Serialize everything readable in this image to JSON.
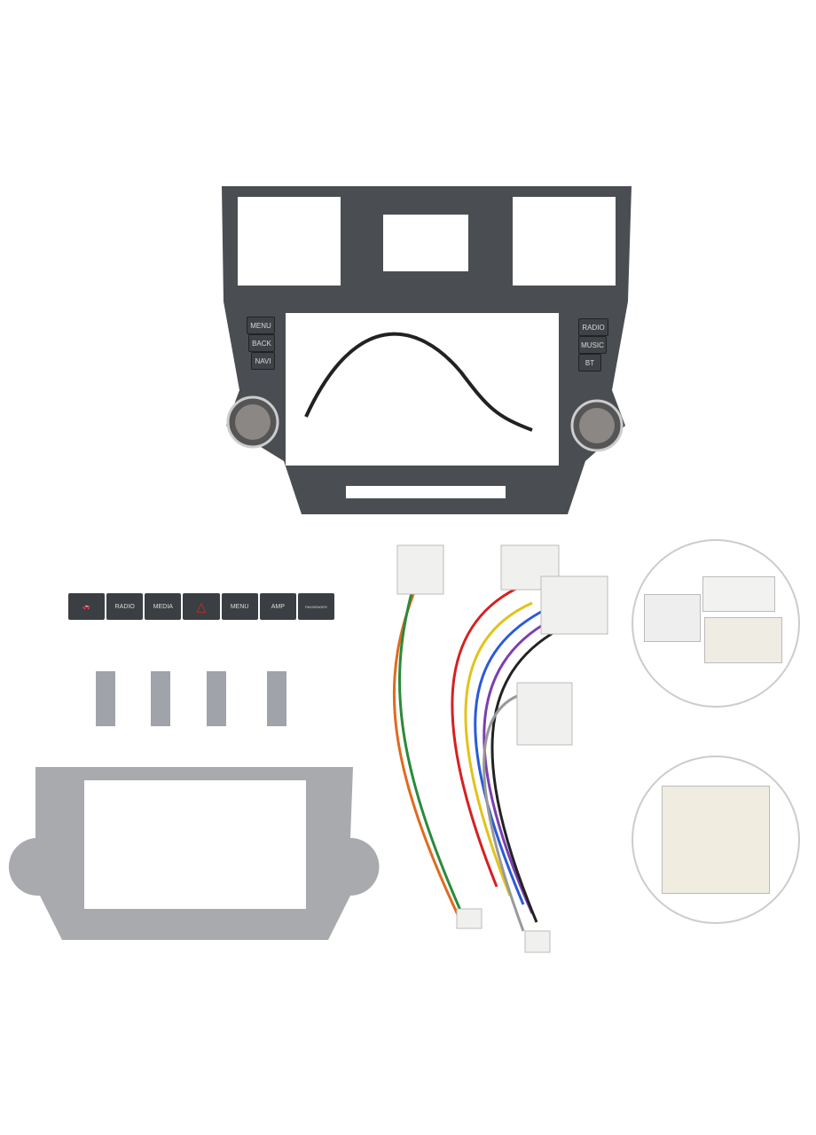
{
  "fascia": {
    "left_buttons": [
      "MENU",
      "BACK",
      "NAVI"
    ],
    "right_buttons": [
      "RADIO",
      "MUSIC",
      "BT"
    ],
    "color": "#4a4e53"
  },
  "button_strip": {
    "buttons": [
      "car-icon",
      "RADIO",
      "MEDIA",
      "hazard-icon",
      "MENU",
      "AMP",
      "PASSENGER"
    ],
    "labels": {
      "radio": "RADIO",
      "media": "MEDIA",
      "menu": "MENU",
      "amp": "AMP",
      "passenger": "PASSENGER"
    },
    "hazard_color": "#d42a2a"
  }
}
